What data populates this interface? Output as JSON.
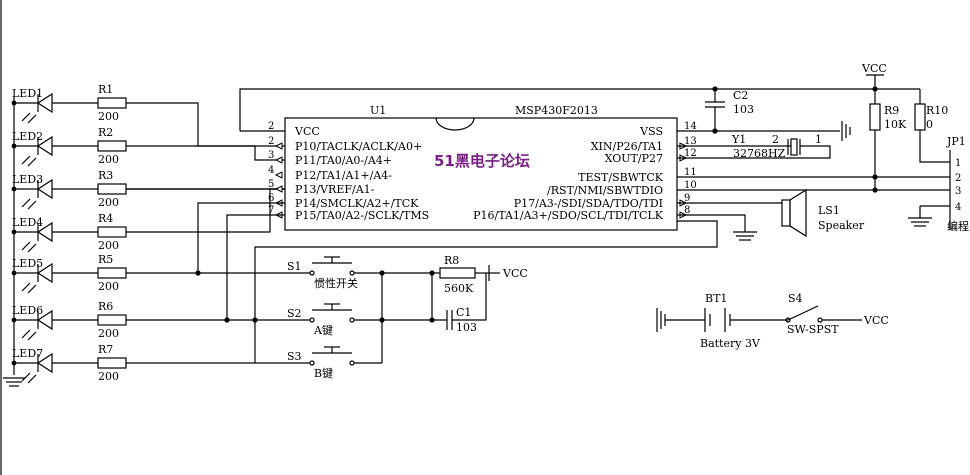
{
  "ic": {
    "ref": "U1",
    "part": "MSP430F2013",
    "left_pins": [
      {
        "num": "2",
        "label": "VCC"
      },
      {
        "num": "2",
        "label": "P10/TACLK/ACLK/A0+"
      },
      {
        "num": "3",
        "label": "P11/TA0/A0-/A4+"
      },
      {
        "num": "4",
        "label": "P12/TA1/A1+/A4-"
      },
      {
        "num": "5",
        "label": "P13/VREF/A1-"
      },
      {
        "num": "6",
        "label": "P14/SMCLK/A2+/TCK"
      },
      {
        "num": "7",
        "label": "P15/TA0/A2-/SCLK/TMS"
      }
    ],
    "right_pins": [
      {
        "num": "14",
        "label": "VSS"
      },
      {
        "num": "13",
        "label": "XIN/P26/TA1"
      },
      {
        "num": "12",
        "label": "XOUT/P27"
      },
      {
        "num": "11",
        "label": "TEST/SBWTCK"
      },
      {
        "num": "10",
        "label": "/RST/NMI/SBWTDIO"
      },
      {
        "num": "9",
        "label": "P17/A3-/SDI/SDA/TDO/TDI"
      },
      {
        "num": "8",
        "label": "P16/TA1/A3+/SDO/SCL/TDI/TCLK"
      }
    ]
  },
  "watermark": "51黑电子论坛",
  "leds": [
    "LED1",
    "LED2",
    "LED3",
    "LED4",
    "LED5",
    "LED6",
    "LED7"
  ],
  "led_resistors": [
    {
      "ref": "R1",
      "value": "200"
    },
    {
      "ref": "R2",
      "value": "200"
    },
    {
      "ref": "R3",
      "value": "200"
    },
    {
      "ref": "R4",
      "value": "200"
    },
    {
      "ref": "R5",
      "value": "200"
    },
    {
      "ref": "R6",
      "value": "200"
    },
    {
      "ref": "R7",
      "value": "200"
    }
  ],
  "switches": [
    {
      "ref": "S1",
      "label": "惯性开关"
    },
    {
      "ref": "S2",
      "label": "A键"
    },
    {
      "ref": "S3",
      "label": "B键"
    }
  ],
  "r8": {
    "ref": "R8",
    "value": "560K"
  },
  "c1": {
    "ref": "C1",
    "value": "103"
  },
  "c2": {
    "ref": "C2",
    "value": "103"
  },
  "y1": {
    "ref": "Y1",
    "value": "32768HZ",
    "pin1": "1",
    "pin2": "2"
  },
  "r9": {
    "ref": "R9",
    "value": "10K"
  },
  "r10": {
    "ref": "R10",
    "value": "0"
  },
  "ls1": {
    "ref": "LS1",
    "label": "Speaker"
  },
  "jp1": {
    "ref": "JP1",
    "pins": [
      "1",
      "2",
      "3",
      "4"
    ],
    "label": "编程"
  },
  "bt1": {
    "ref": "BT1",
    "label": "Battery 3V"
  },
  "s4": {
    "ref": "S4",
    "label": "SW-SPST"
  },
  "vcc_label": "VCC"
}
